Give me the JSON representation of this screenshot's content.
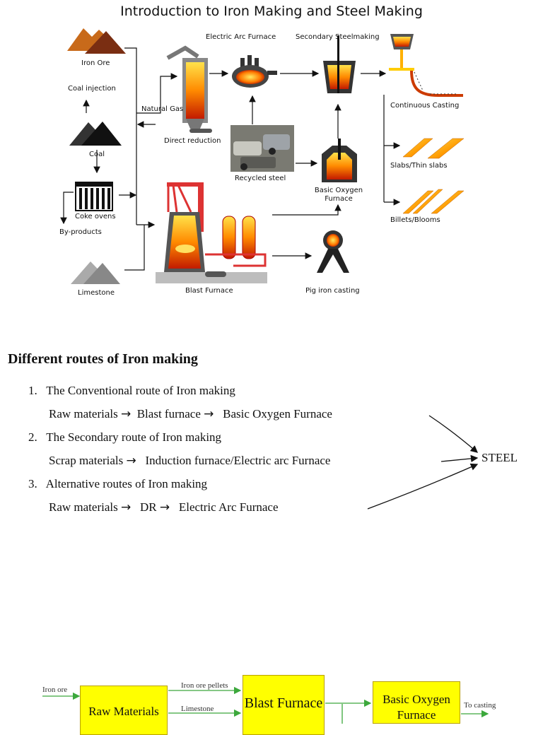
{
  "page": {
    "title": "Introduction to Iron Making and Steel Making"
  },
  "diagram": {
    "iron_ore": "Iron Ore",
    "coal_injection": "Coal injection",
    "coal": "Coal",
    "coke_ovens": "Coke ovens",
    "by_products": "By-products",
    "limestone": "Limestone",
    "natural_gas": "Natural Gas",
    "direct_reduction": "Direct reduction",
    "electric_arc_furnace": "Electric Arc Furnace",
    "secondary_steelmaking": "Secondary Steelmaking",
    "recycled_steel": "Recycled steel",
    "basic_oxygen_furnace": "Basic Oxygen Furnace",
    "continuous_casting": "Continuous Casting",
    "slabs": "Slabs/Thin slabs",
    "billets": "Billets/Blooms",
    "blast_furnace": "Blast Furnace",
    "pig_iron_casting": "Pig iron casting"
  },
  "routes": {
    "heading": "Different routes of Iron making",
    "items": [
      {
        "number": "1.",
        "title": "The Conventional route of Iron making",
        "steps": [
          "Raw materials",
          "Blast furnace",
          "Basic Oxygen Furnace"
        ]
      },
      {
        "number": "2.",
        "title": "The Secondary route of Iron making",
        "steps": [
          "Scrap materials",
          "Induction furnace/Electric arc Furnace"
        ]
      },
      {
        "number": "3.",
        "title": "Alternative routes of Iron making",
        "steps": [
          "Raw materials",
          "DR",
          "Electric Arc Furnace"
        ]
      }
    ],
    "arrow_glyph": "→",
    "result": "STEEL"
  },
  "flowchart": {
    "iron_ore": "Iron ore",
    "raw_materials": "Raw Materials",
    "iron_ore_pellets": "Iron ore pellets",
    "limestone": "Limestone",
    "blast_furnace": "Blast Furnace",
    "basic_oxygen_furnace": "Basic Oxygen Furnace",
    "to_casting": "To casting"
  },
  "colors": {
    "box_fill": "#ffff00",
    "arrow_green": "#3ca83c",
    "molten": "#ff8c00"
  }
}
